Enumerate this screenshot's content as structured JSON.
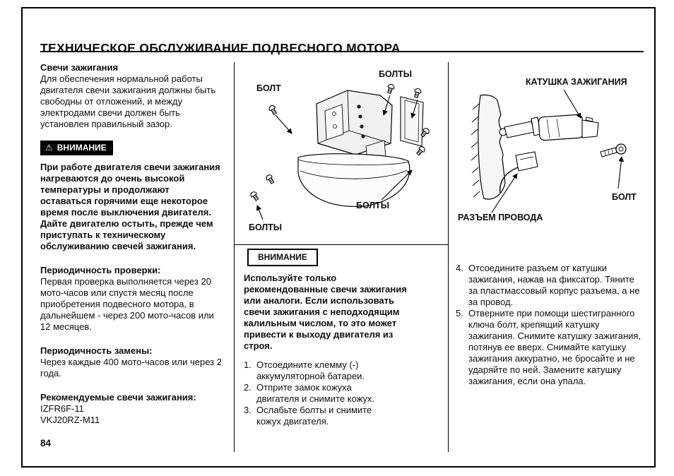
{
  "header": {
    "title": "ТЕХНИЧЕСКОЕ ОБСЛУЖИВАНИЕ ПОДВЕСНОГО МОТОРА"
  },
  "footer": {
    "page_number": "84"
  },
  "icons": {
    "warning": "⚠"
  },
  "colors": {
    "ink": "#0e0e0e",
    "paper": "#ffffff"
  },
  "spark_plugs": {
    "heading": "Свечи зажигания",
    "intro": "Для обеспечения нормальной работы двигателя свечи зажигания должны быть свободны от отложений, и между электродами свечи должен быть установлен правильный зазор.",
    "warning_badge": "ВНИМАНИЕ",
    "warning_text": "При работе двигателя свечи зажигания нагреваются до очень высокой температуры и продолжают оставаться горячими еще некоторое время после выключения двигателя. Дайте двигателю остыть, прежде чем приступать к техническому обслуживанию свечей зажигания.",
    "inspection_heading": "Периодичность проверки:",
    "inspection_text": "Первая проверка выполняется через 20 мото-часов или спустя месяц после приобретения подвесного мотора, в дальнейшем - через 200 мото-часов или 12 месяцев.",
    "replacement_heading": "Периодичность замены:",
    "replacement_text": "Через каждые 400 мото-часов или через 2 года.",
    "recommended_heading": "Рекомендуемые свечи зажигания:",
    "plug_models": [
      "IZFR6F-11",
      "VKJ20RZ-M11"
    ]
  },
  "engine_figure": {
    "label_bolt": "БОЛТ",
    "label_bolts_top": "БОЛТЫ",
    "label_bolts_right": "БОЛТЫ",
    "label_bolts_bottom": "БОЛТЫ"
  },
  "coil_figure": {
    "label_coil": "КАТУШКА ЗАЖИГАНИЯ",
    "label_bolt": "БОЛТ",
    "label_connector": "РАЗЪЕМ ПРОВОДА"
  },
  "procedure": {
    "notice_box": "ВНИМАНИЕ",
    "notice_text": "Используйте только рекомендованные свечи зажигания или аналоги. Если использовать свечи зажигания с неподходящим калильным числом, то это может привести к выходу двигателя из строя.",
    "steps_left": [
      {
        "num": "1.",
        "text": "Отсоедините клемму (-) аккумуляторной батареи."
      },
      {
        "num": "2.",
        "text": "Отприте замок кожуха двигателя и снимите кожух."
      },
      {
        "num": "3.",
        "text": "Ослабьте болты и снимите кожух двигателя."
      }
    ],
    "steps_right": [
      {
        "num": "4.",
        "text": "Отсоедините разъем от катушки зажигания, нажав на фиксатор. Тяните за пластмассовый корпус разъема, а не за провод."
      },
      {
        "num": "5.",
        "text": "Отверните при помощи шестигранного ключа болт, крепящий катушку зажигания. Снимите катушку зажигания, потянув ее вверх. Снимайте катушку зажигания аккуратно, не бросайте и не ударяйте по ней. Замените катушку зажигания, если она упала."
      }
    ]
  }
}
